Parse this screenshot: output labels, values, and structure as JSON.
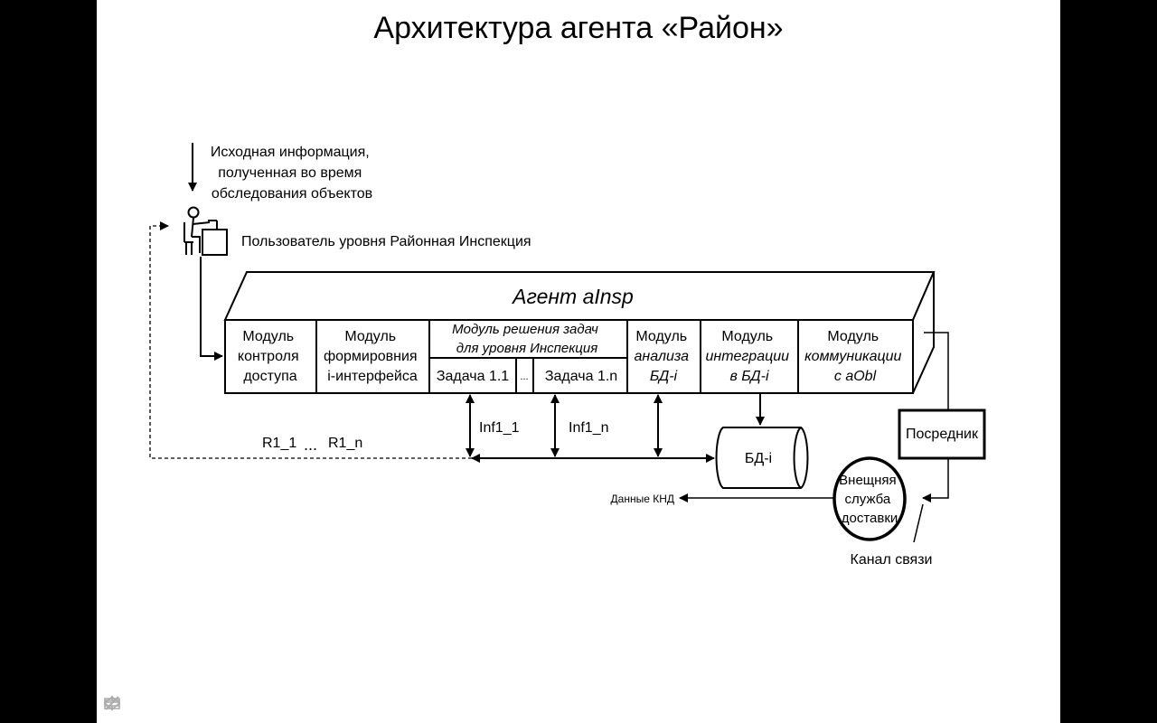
{
  "title": "Архитектура агента «Район»",
  "input_info": [
    "Исходная информация,",
    "полученная во время",
    "обследования объектов"
  ],
  "user_label": "Пользователь уровня Районная Инспекция",
  "agent_label": "Агент aInsp",
  "modules": {
    "access": [
      "Модуль",
      "контроля",
      "доступа"
    ],
    "interface": [
      "Модуль",
      "формировния",
      "i-интерфейса"
    ],
    "tasks_header": [
      "Модуль решения задач",
      "для уровня Инспекция"
    ],
    "task_first": "Задача 1.1",
    "task_dots": "...",
    "task_last": "Задача 1.n",
    "analysis": [
      "Модуль",
      "анализа",
      "БД-i"
    ],
    "integration": [
      "Модуль",
      "интеграции",
      "в БД-i"
    ],
    "communication": [
      "Модуль",
      "коммуникации",
      "с aObl"
    ]
  },
  "inf_first": "Inf1_1",
  "inf_last": "Inf1_n",
  "results": {
    "first": "R1_1",
    "dots": "...",
    "last": "R1_n"
  },
  "db_label": "БД-i",
  "mediator": "Посредник",
  "delivery": [
    "Внещняя",
    "служба",
    "доставки"
  ],
  "knd_data": "Данные КНД",
  "channel": "Канал связи",
  "nav": {
    "prev": "prev-arrow-icon",
    "pen": "pen-icon",
    "menu": "menu-icon",
    "next": "next-arrow-icon"
  }
}
